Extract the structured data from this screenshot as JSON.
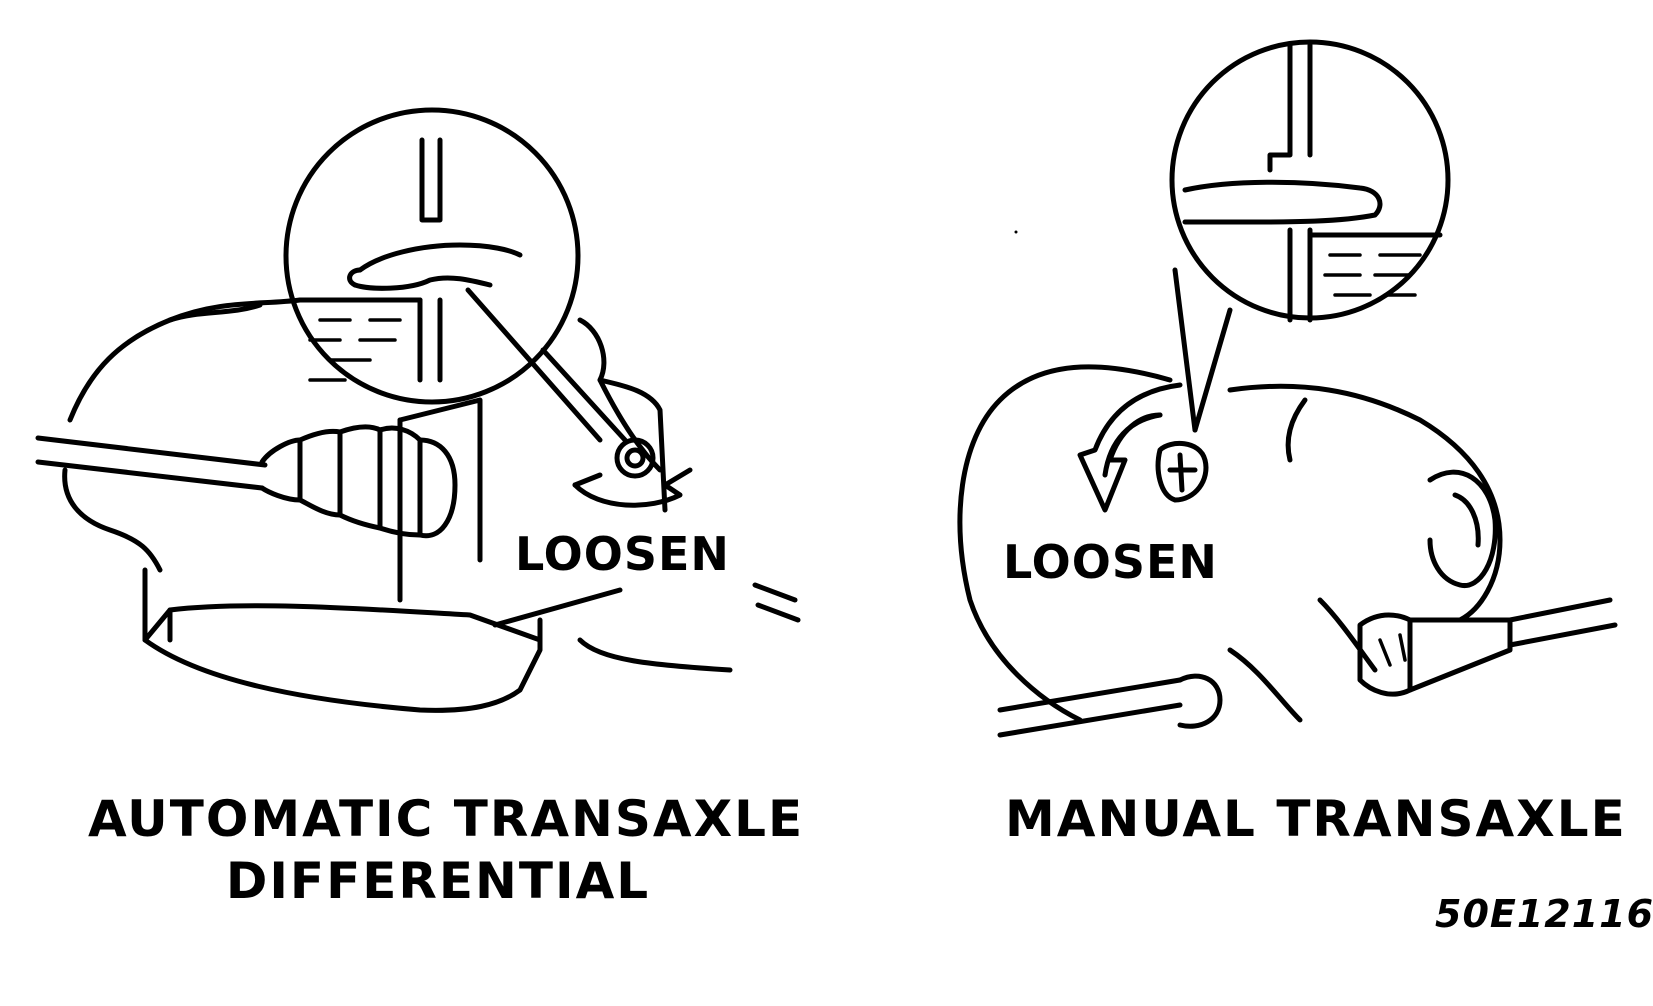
{
  "left_panel": {
    "callout": "LOOSEN",
    "caption_line1": "AUTOMATIC TRANSAXLE",
    "caption_line2": "DIFFERENTIAL"
  },
  "right_panel": {
    "callout": "LOOSEN",
    "caption": "MANUAL TRANSAXLE"
  },
  "figure_code": "50E12116"
}
